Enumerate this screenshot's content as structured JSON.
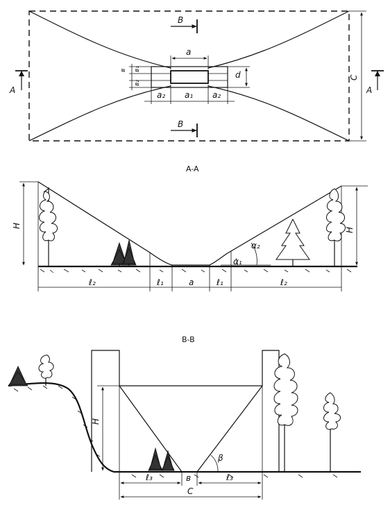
{
  "plan": {
    "section_marker_a": "A",
    "section_marker_b": "B",
    "dim_a": "a",
    "dim_a1": "a₁",
    "dim_a2": "a₂",
    "dim_c": "C",
    "dim_d": "d",
    "dim_b": "в",
    "dim_b1": "в₁",
    "dim_b2": "в₂"
  },
  "section_aa": {
    "title": "A-A",
    "dim_h_left": "H",
    "dim_h_right": "H",
    "dim_l2_left": "ℓ₂",
    "dim_l1_left": "ℓ₁",
    "dim_a": "a",
    "dim_l1_right": "ℓ₁",
    "dim_l2_right": "ℓ₂",
    "angle_1": "α₁",
    "angle_2": "α₂"
  },
  "section_bb": {
    "title": "B-B",
    "dim_h": "H",
    "dim_l3_left": "ℓ₃",
    "dim_b": "в",
    "dim_l3_right": "ℓ₃",
    "dim_c": "C",
    "angle_beta": "β"
  }
}
